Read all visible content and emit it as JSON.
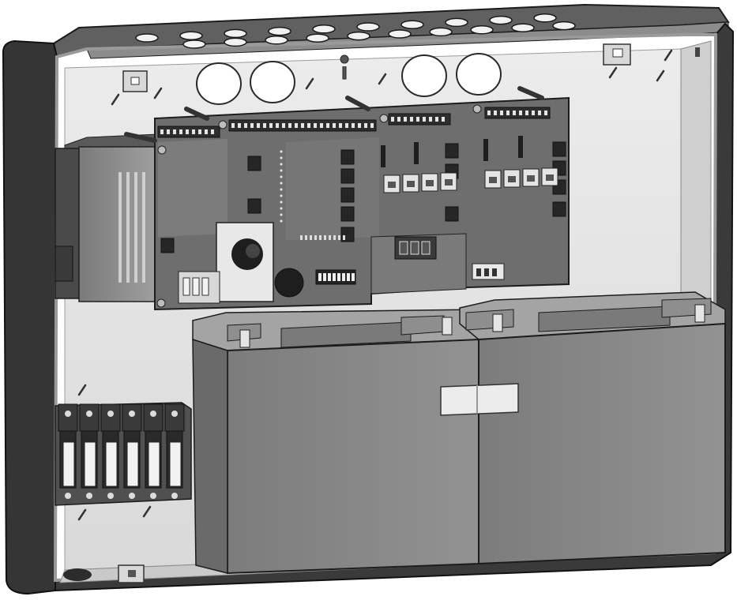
{
  "image": {
    "subject": "open-wall-mounted-control-enclosure",
    "palette": {
      "housing_dark": "#3a3a3a",
      "housing_rim": "#6e6e6e",
      "interior_wall": "#e4e4e4",
      "board_dark": "#6a6a6a",
      "board_mid": "#8a8a8a",
      "component_black": "#2e2e2e",
      "connector_white": "#f0f0f0",
      "battery_gray": "#8c8c8c",
      "battery_top": "#a8a8a8"
    },
    "components": {
      "knockout_holes": "visible",
      "control_pcb": "visible",
      "power_supply_module": "visible",
      "terminal_blocks": 6,
      "batteries": 2
    }
  }
}
